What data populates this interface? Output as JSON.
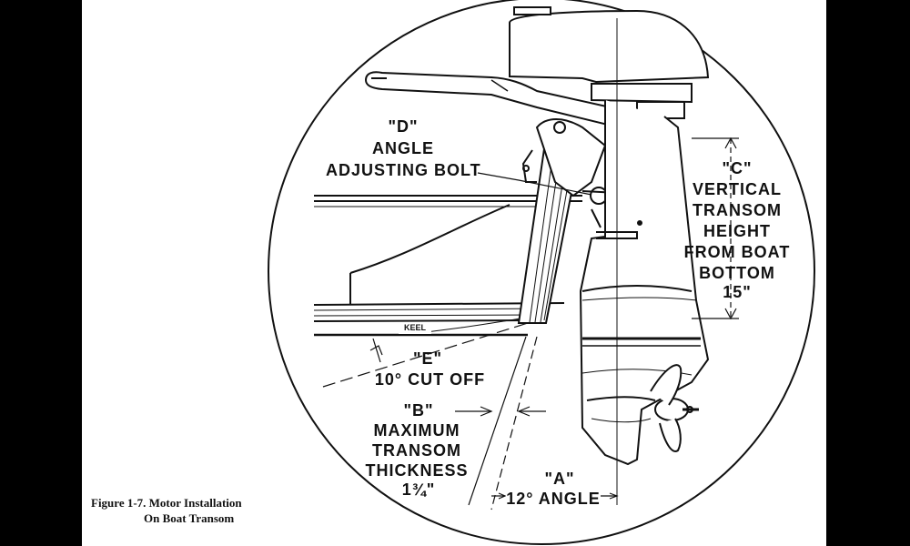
{
  "labels": {
    "d_letter": "\"D\"",
    "d_line1": "ANGLE",
    "d_line2": "ADJUSTING BOLT",
    "c_letter": "\"C\"",
    "c_line1": "VERTICAL",
    "c_line2": "TRANSOM",
    "c_line3": "HEIGHT",
    "c_line4": "FROM BOAT",
    "c_line5": "BOTTOM",
    "c_line6": "15\"",
    "keel": "KEEL",
    "e_letter": "\"E\"",
    "e_line1": "10° CUT OFF",
    "b_letter": "\"B\"",
    "b_line1": "MAXIMUM",
    "b_line2": "TRANSOM",
    "b_line3": "THICKNESS",
    "b_line4": "1¾\"",
    "a_letter": "\"A\"",
    "a_line1": "12° ANGLE"
  },
  "caption": {
    "line1": "Figure 1-7. Motor Installation",
    "line2": "On Boat Transom"
  },
  "colors": {
    "background": "#000000",
    "panel": "#ffffff",
    "ink": "#111111"
  }
}
